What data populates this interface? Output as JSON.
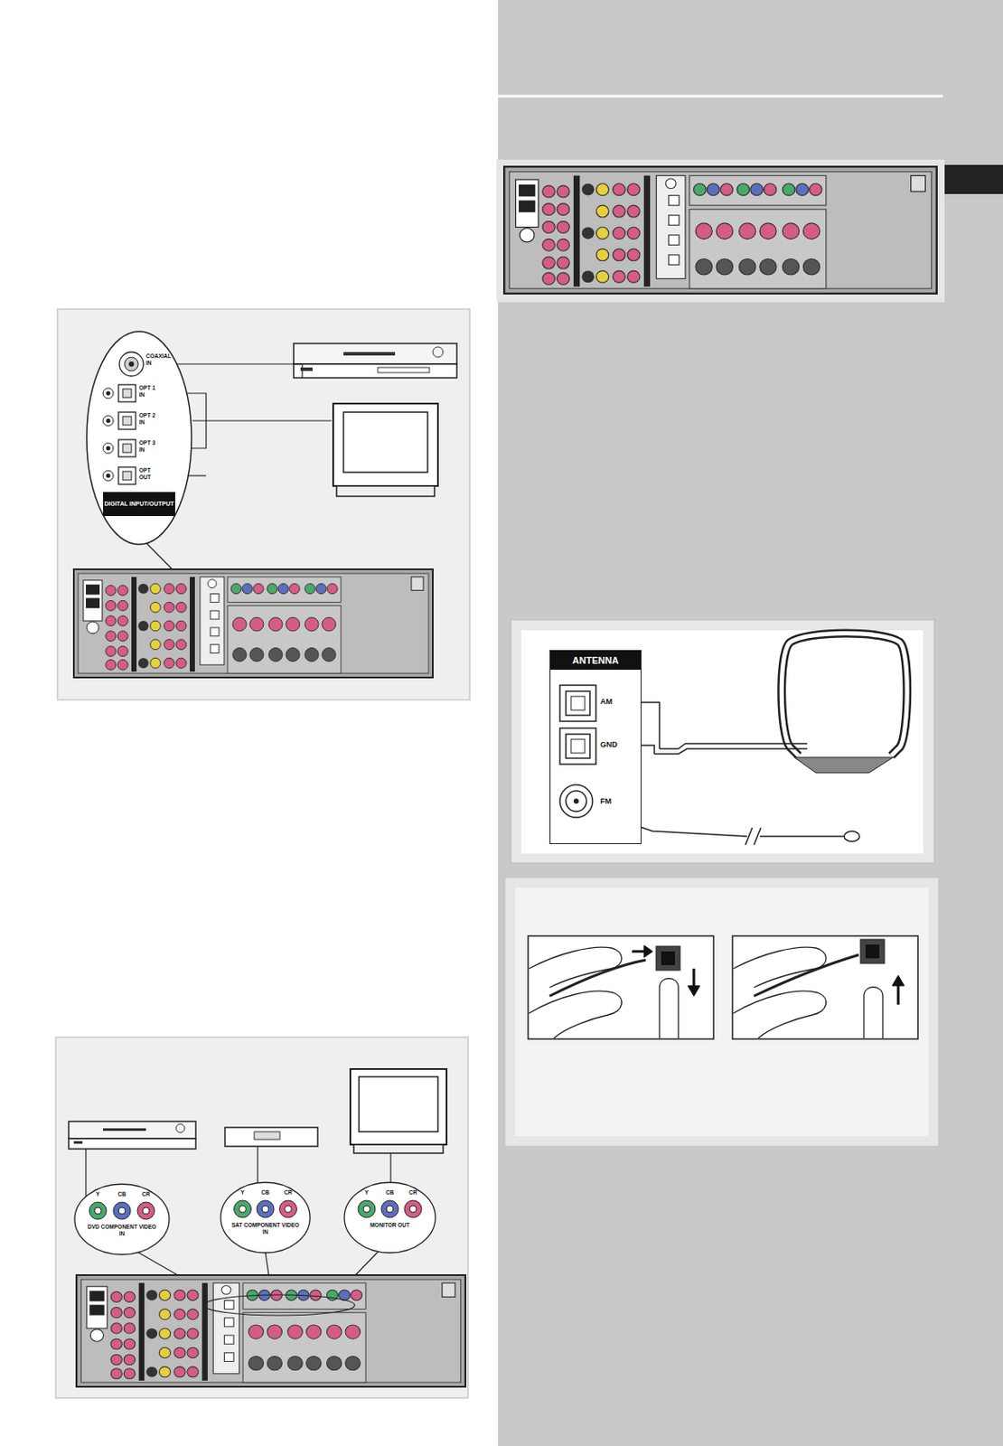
{
  "diagram": {
    "nodes": [
      {
        "text": [
          "DIGITAL INPUT/OUTPUT"
        ]
      },
      {
        "text": [
          "COAXIAL IN"
        ],
        "in": 0
      },
      {
        "text": [
          "OPT 1 IN"
        ],
        "in": 0
      },
      {
        "text": [
          "OPT 2 IN"
        ],
        "in": 0
      },
      {
        "text": [
          "OPT 3 IN"
        ],
        "in": 0
      },
      {
        "text": [
          "OPT OUT"
        ],
        "in": 0
      },
      {
        "text": [
          "ANTENNA"
        ]
      },
      {
        "text": [
          "AM"
        ],
        "in": 6
      },
      {
        "text": [
          "GND"
        ],
        "in": 6
      },
      {
        "text": [
          "FM"
        ],
        "in": 6
      },
      {
        "text": [
          "DVD COMPONENT VIDEO IN"
        ]
      },
      {
        "text": [
          "SAT COMPONENT VIDEO IN"
        ]
      },
      {
        "text": [
          "MONITOR OUT"
        ]
      }
    ],
    "labels": [
      "Y",
      "CB",
      "CR",
      "Y",
      "CB",
      "CR",
      "Y",
      "CB",
      "CR"
    ]
  }
}
